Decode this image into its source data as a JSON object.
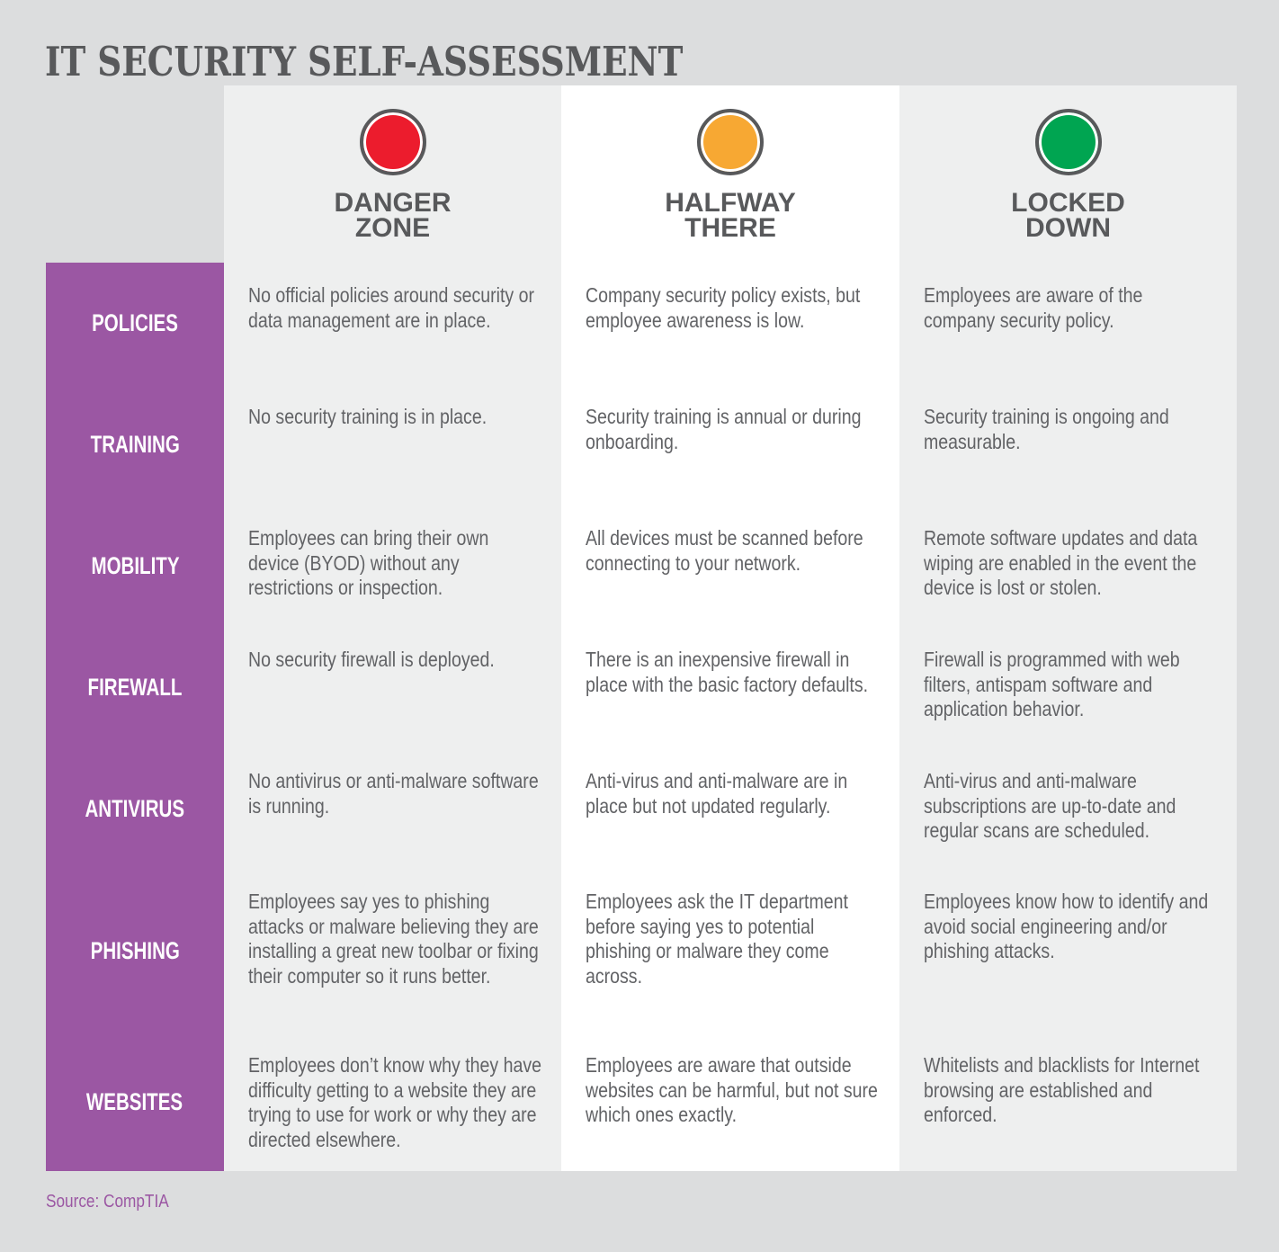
{
  "title": "IT SECURITY SELF-ASSESSMENT",
  "levels": [
    {
      "line1": "DANGER",
      "line2": "ZONE",
      "indicator_icon": "red-status-circle-icon",
      "indicator_color": "#ec1c2d"
    },
    {
      "line1": "HALFWAY",
      "line2": "THERE",
      "indicator_icon": "orange-status-circle-icon",
      "indicator_color": "#f7a833"
    },
    {
      "line1": "LOCKED",
      "line2": "DOWN",
      "indicator_icon": "green-status-circle-icon",
      "indicator_color": "#00a551"
    }
  ],
  "rows": [
    {
      "label": "POLICIES",
      "cells": [
        "No official policies around security or data management are in place.",
        "Company security policy exists, but employee awareness is low.",
        "Employees are aware of the company security policy."
      ]
    },
    {
      "label": "TRAINING",
      "cells": [
        "No security training is in place.",
        "Security training is annual or during onboarding.",
        "Security training is ongoing and measurable."
      ]
    },
    {
      "label": "MOBILITY",
      "cells": [
        "Employees can bring their own device (BYOD) without any restrictions or inspection.",
        "All devices must be scanned before connecting to your network.",
        "Remote software updates and data wiping are enabled in the event the device is lost or stolen."
      ]
    },
    {
      "label": "FIREWALL",
      "cells": [
        "No security firewall is deployed.",
        "There is an inexpensive firewall in place with the basic factory defaults.",
        "Firewall is programmed with web filters, antispam software and application behavior."
      ]
    },
    {
      "label": "ANTIVIRUS",
      "cells": [
        "No antivirus or anti-malware software is running.",
        "Anti-virus and anti-malware are in place but not updated regularly.",
        "Anti-virus and anti-malware subscriptions are up-to-date and regular scans are scheduled."
      ]
    },
    {
      "label": "PHISHING",
      "cells": [
        "Employees say yes to phishing attacks or malware believing they are installing a great new toolbar or fixing their computer so it runs better.",
        "Employees ask the IT department before saying yes to potential phishing or malware they come across.",
        "Employees know how to identify and avoid social engineering and/or phishing attacks."
      ]
    },
    {
      "label": "WEBSITES",
      "cells": [
        "Employees don’t know why they have difficulty getting to a website they are trying to use for work or why they are directed elsewhere.",
        "Employees are aware that outside websites can be harmful, but not sure which ones exactly.",
        "Whitelists and blacklists for Internet browsing are established and enforced."
      ]
    }
  ],
  "source": "Source: CompTIA",
  "colors": {
    "background": "#dcddde",
    "row_label_background": "#9b57a3",
    "heading_text": "#58595b",
    "body_text": "#626366"
  }
}
